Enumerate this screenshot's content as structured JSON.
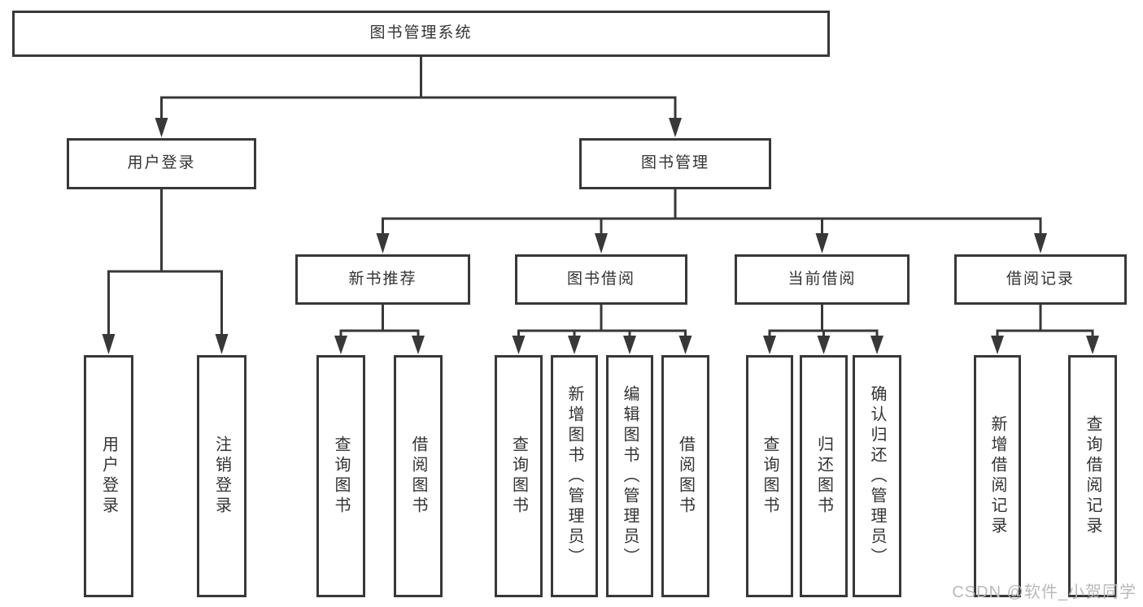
{
  "diagram": {
    "type": "hierarchy",
    "tree": {
      "label": "图书管理系统",
      "children": [
        {
          "label": "用户登录",
          "children": [
            {
              "label": "用户登录"
            },
            {
              "label": "注销登录"
            }
          ]
        },
        {
          "label": "图书管理",
          "children": [
            {
              "label": "新书推荐",
              "children": [
                {
                  "label": "查询图书"
                },
                {
                  "label": "借阅图书"
                }
              ]
            },
            {
              "label": "图书借阅",
              "children": [
                {
                  "label": "查询图书"
                },
                {
                  "label": "新增图书（管理员）"
                },
                {
                  "label": "编辑图书（管理员）"
                },
                {
                  "label": "借阅图书"
                }
              ]
            },
            {
              "label": "当前借阅",
              "children": [
                {
                  "label": "查询图书"
                },
                {
                  "label": "归还图书"
                },
                {
                  "label": "确认归还（管理员）"
                }
              ]
            },
            {
              "label": "借阅记录",
              "children": [
                {
                  "label": "新增借阅记录"
                },
                {
                  "label": "查询借阅记录"
                }
              ]
            }
          ]
        }
      ]
    },
    "colors": {
      "line": "#383838",
      "box_border": "#383838",
      "box_background": "#ffffff",
      "text": "#333333",
      "watermark_text": "#b9b9b9"
    }
  },
  "watermark": {
    "text": "CSDN @软件_小贺同学"
  }
}
